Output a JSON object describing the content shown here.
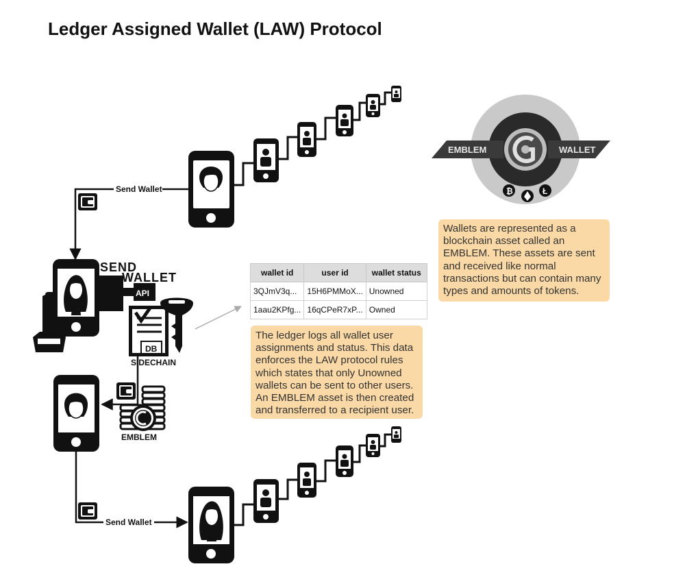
{
  "title": "Ledger Assigned Wallet (LAW) Protocol",
  "labels": {
    "send_wallet_top": "Send Wallet",
    "send_wallet_bottom": "Send Wallet",
    "send_wallet_graphic_line1": "SEND",
    "send_wallet_graphic_line2": "WALLET",
    "api": "API",
    "db": "DB",
    "sidechain": "SIDECHAIN",
    "emblem_stack": "EMBLEM",
    "emblem_badge_left": "EMBLEM",
    "emblem_badge_right": "WALLET"
  },
  "ledger_table": {
    "headers": [
      "wallet id",
      "user id",
      "wallet status"
    ],
    "rows": [
      [
        "3QJmV3q...",
        "15H6PMMoX...",
        "Unowned"
      ],
      [
        "1aau2KPfg...",
        "16qCPeR7xP...",
        "Owned"
      ]
    ]
  },
  "notes": {
    "emblem": "Wallets are represented as a blockchain asset called an EMBLEM. These assets are sent and received like normal transactions but can contain many types and amounts of tokens.",
    "ledger": "The ledger logs all wallet user assignments and status. This data enforces the LAW protocol rules which states that only Unowned wallets can be sent to other users. An EMBLEM asset is then created and transferred to a recipient user."
  },
  "icons": {
    "coins": [
      "bitcoin-icon",
      "ethereum-icon",
      "litecoin-icon"
    ],
    "phones": [
      "smartphone-icon"
    ],
    "wallet": "wallet-icon",
    "key": "key-icon"
  },
  "colors": {
    "note_background": "#fad9a6",
    "ink": "#111111",
    "badge_gray": "#c9c9c9",
    "badge_dark": "#2a2a2a",
    "arrow_gray": "#aaaaaa"
  }
}
